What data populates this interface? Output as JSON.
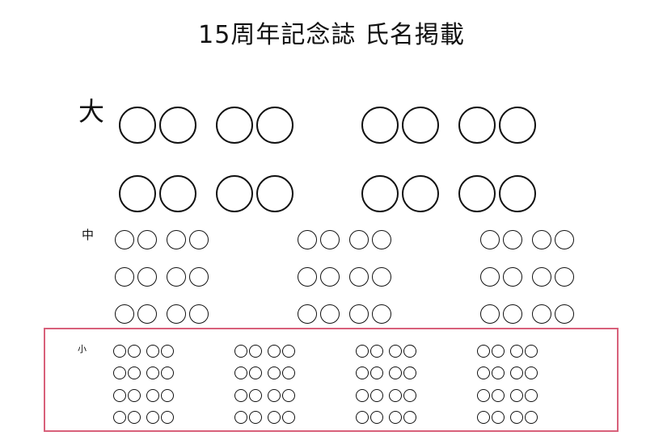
{
  "document": {
    "title": "15周年記念誌 氏名掲載"
  },
  "sections": {
    "large": {
      "label": "大",
      "names": [
        "〇〇 〇〇",
        "〇〇 〇〇",
        "〇〇 〇〇",
        "〇〇 〇〇"
      ]
    },
    "medium": {
      "label": "中",
      "names": [
        "〇〇 〇〇",
        "〇〇 〇〇",
        "〇〇 〇〇",
        "〇〇 〇〇",
        "〇〇 〇〇",
        "〇〇 〇〇",
        "〇〇 〇〇",
        "〇〇 〇〇",
        "〇〇 〇〇"
      ]
    },
    "small": {
      "label": "小",
      "names": [
        "〇〇 〇〇",
        "〇〇 〇〇",
        "〇〇 〇〇",
        "〇〇 〇〇",
        "〇〇 〇〇",
        "〇〇 〇〇",
        "〇〇 〇〇",
        "〇〇 〇〇",
        "〇〇 〇〇",
        "〇〇 〇〇",
        "〇〇 〇〇",
        "〇〇 〇〇",
        "〇〇 〇〇",
        "〇〇 〇〇",
        "〇〇 〇〇",
        "〇〇 〇〇"
      ]
    }
  },
  "colors": {
    "highlight_border": "#d8607a",
    "text": "#111111",
    "background": "#ffffff"
  }
}
